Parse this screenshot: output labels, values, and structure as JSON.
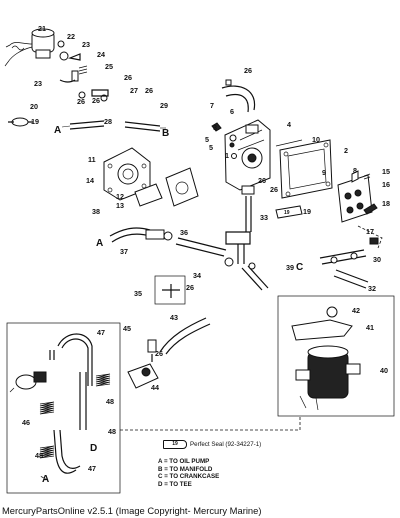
{
  "callouts": [
    "21",
    "22",
    "23",
    "24",
    "25",
    "23",
    "26",
    "27",
    "26",
    "20",
    "19",
    "26",
    "29",
    "28",
    "26",
    "7",
    "6",
    "26",
    "4",
    "5",
    "3",
    "1",
    "5",
    "10",
    "2",
    "11",
    "14",
    "12",
    "13",
    "9",
    "8",
    "15",
    "16",
    "18",
    "19",
    "17",
    "26",
    "30",
    "33",
    "26",
    "38",
    "37",
    "36",
    "34",
    "26",
    "39",
    "32",
    "35",
    "43",
    "45",
    "46",
    "26",
    "44",
    "42",
    "41",
    "40",
    "47",
    "47",
    "48",
    "48",
    "48"
  ],
  "letters": [
    "A",
    "B",
    "A",
    "C",
    "D",
    "A"
  ],
  "seal": {
    "tube_label": "19",
    "text": "Perfect Seal (92-34227-1)"
  },
  "legend": [
    "A = TO OIL PUMP",
    "B = TO MANIFOLD",
    "C = TO CRANKCASE",
    "D = TO TEE"
  ],
  "footer": "MercuryPartsOnline v2.5.1 (Image Copyright- Mercury Marine)"
}
